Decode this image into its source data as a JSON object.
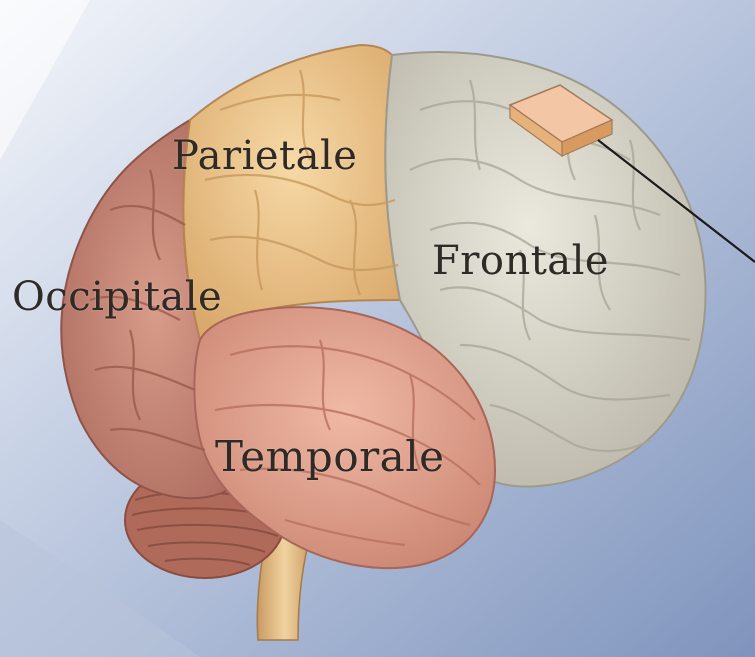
{
  "image": {
    "subject": "brain-lateral-view",
    "lobes": [
      {
        "key": "parietale",
        "label": "Parietale",
        "color": "#f0c98c"
      },
      {
        "key": "frontale",
        "label": "Frontale",
        "color": "#d9d6c9"
      },
      {
        "key": "occipitale",
        "label": "Occipitale",
        "color": "#c98a7a"
      },
      {
        "key": "temporale",
        "label": "Temporale",
        "color": "#e0a38f"
      }
    ],
    "colors": {
      "background_light": "#e9eef5",
      "background_blue": "#8fa3c6",
      "cerebellum": "#b56f5e",
      "brainstem": "#e7c28e",
      "tissue_sample": "#f1c3a2",
      "pointer_line": "#1a1a1a"
    }
  }
}
